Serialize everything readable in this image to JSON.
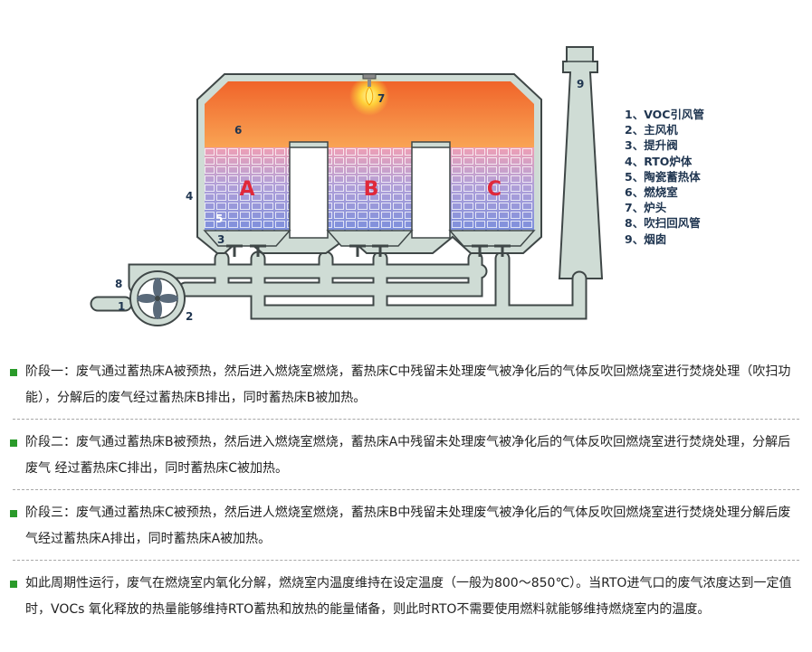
{
  "diagram": {
    "bed_labels": [
      "A",
      "B",
      "C"
    ],
    "callouts": {
      "n1": "1",
      "n2": "2",
      "n3": "3",
      "n4": "4",
      "n5": "5",
      "n6": "6",
      "n7": "7",
      "n8": "8",
      "n9": "9"
    },
    "colors": {
      "combustion_top": "#f0642a",
      "combustion_bottom": "#f9a454",
      "bed_hot": "#ee9fb5",
      "bed_cold": "#7c8fdc",
      "shell": "#cfdcd5",
      "outline": "#3f4747",
      "bed_letter": "#e0283a"
    }
  },
  "legend": [
    "1、VOC引风管",
    "2、主风机",
    "3、提升阀",
    "4、RTO炉体",
    "5、陶瓷蓄热体",
    "6、燃烧室",
    "7、炉头",
    "8、吹扫回风管",
    "9、烟囱"
  ],
  "steps": [
    "阶段一：废气通过蓄热床A被预热，然后进入燃烧室燃烧，蓄热床C中残留未处理废气被净化后的气体反吹回燃烧室进行焚烧处理（吹扫功 能），分解后的废气经过蓄热床B排出，同时蓄热床B被加热。",
    "阶段二：废气通过蓄热床B被预热，然后进入燃烧室燃烧，蓄热床A中残留未处理废气被净化后的气体反吹回燃烧室进行焚烧处理，分解后废气 经过蓄热床C排出，同时蓄热床C被加热。",
    "阶段三：废气通过蓄热床C被预热，然后进人燃烧室燃烧，蓄热床B中残留未处理废气被净化后的气体反吹回燃烧室进行焚烧处理分解后废气经过蓄热床A排出，同时蓄热床A被加热。",
    "如此周期性运行，废气在燃烧室内氧化分解，燃烧室内温度维持在设定温度（一般为800～850℃）。当RTO进气口的废气浓度达到一定值 时，VOCs 氧化释放的热量能够维持RTO蓄热和放热的能量储备，则此时RTO不需要使用燃料就能够维持燃烧室内的温度。"
  ]
}
